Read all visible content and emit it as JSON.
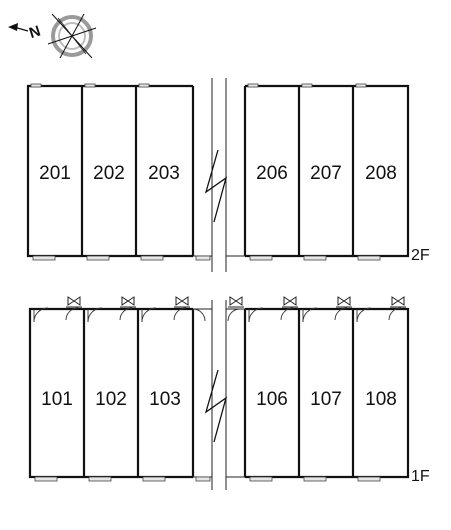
{
  "compass": {
    "north_letter": "N",
    "icon": "compass-rose-icon"
  },
  "floors": [
    {
      "id": "2F",
      "label": "2F",
      "left_units": [
        "201",
        "202",
        "203"
      ],
      "right_units": [
        "206",
        "207",
        "208"
      ]
    },
    {
      "id": "1F",
      "label": "1F",
      "left_units": [
        "101",
        "102",
        "103"
      ],
      "right_units": [
        "106",
        "107",
        "108"
      ]
    }
  ],
  "colors": {
    "line": "#111111",
    "compass_gray": "#9a9a9a",
    "background": "#ffffff"
  }
}
